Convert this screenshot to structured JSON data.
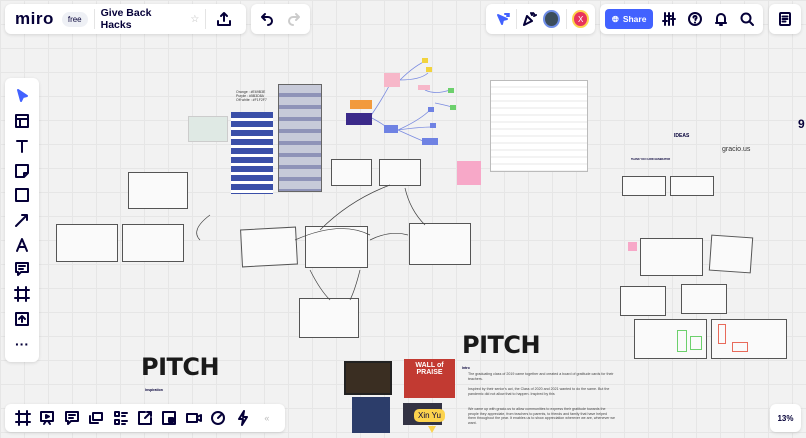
{
  "topbar": {
    "logo": "miro",
    "plan_badge": "free",
    "board_title": "Give Back Hacks",
    "share_label": "Share",
    "avatar_initial": "X"
  },
  "zoom": {
    "level": "13%"
  },
  "canvas": {
    "palette": {
      "orange": "Orange : #E69B3E",
      "purple": "Purple : #5B3D8A",
      "offwhite": "Off white : #F1F2F7"
    },
    "ideas_title": "IDEAS",
    "brand": "gracio.us",
    "card_gen_title": "THANK YOU CARD GENERATOR",
    "pitch_left": "PITCH",
    "pitch_right": "PITCH",
    "inspiration_label": "Inspiration",
    "wall_of_praise": "WALL of PRAISE",
    "intro_label": "Intro",
    "intro_paragraphs": [
      "The graduating class of 2019 came together and created a board of gratitude cards for their teachers.",
      "Inspired by their senior's act, the Class of 2020 and 2021 wanted to do the same. But the pandemic did not allow that to happen. Inspired by this",
      "We came up with gracio.us to allow communities to express their gratitude towards the people they appreciate, from teachers to parents, to friends and family that have helped them throughout the year. It enables us to show appreciation wherever we are, whenever we want."
    ],
    "cursor_user": "Xin Yu"
  },
  "colors": {
    "accent": "#4262ff",
    "cursor": "#fcd34d",
    "avatar": "#e8335b",
    "canvas": "#f2f2f2"
  }
}
